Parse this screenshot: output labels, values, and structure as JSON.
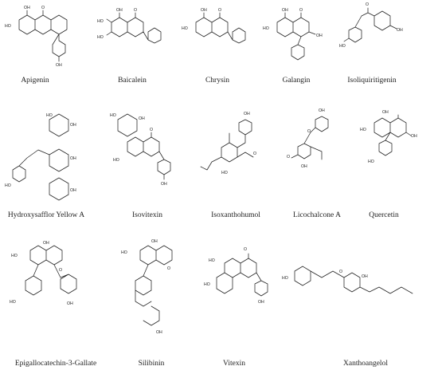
{
  "compounds": [
    {
      "name": "Apigenin"
    },
    {
      "name": "Baicalein"
    },
    {
      "name": "Chrysin"
    },
    {
      "name": "Galangin"
    },
    {
      "name": "Isoliquiritigenin"
    },
    {
      "name": "Hydroxysafflor  Yellow A"
    },
    {
      "name": "Isovitexin"
    },
    {
      "name": "Isoxanthohumol"
    },
    {
      "name": "Licochalcone A"
    },
    {
      "name": "Quercetin"
    },
    {
      "name": "Epigallocatechin-3-Gallate"
    },
    {
      "name": "Silibinin"
    },
    {
      "name": "Vitexin"
    },
    {
      "name": "Xanthoangelol"
    }
  ],
  "atom_labels": {
    "hydroxyl": "OH",
    "hydroxyl_left": "HO",
    "oxygen": "O",
    "carbonyl_oxygen": "O"
  },
  "colors": {
    "ink": "#222222",
    "background": "#ffffff"
  }
}
